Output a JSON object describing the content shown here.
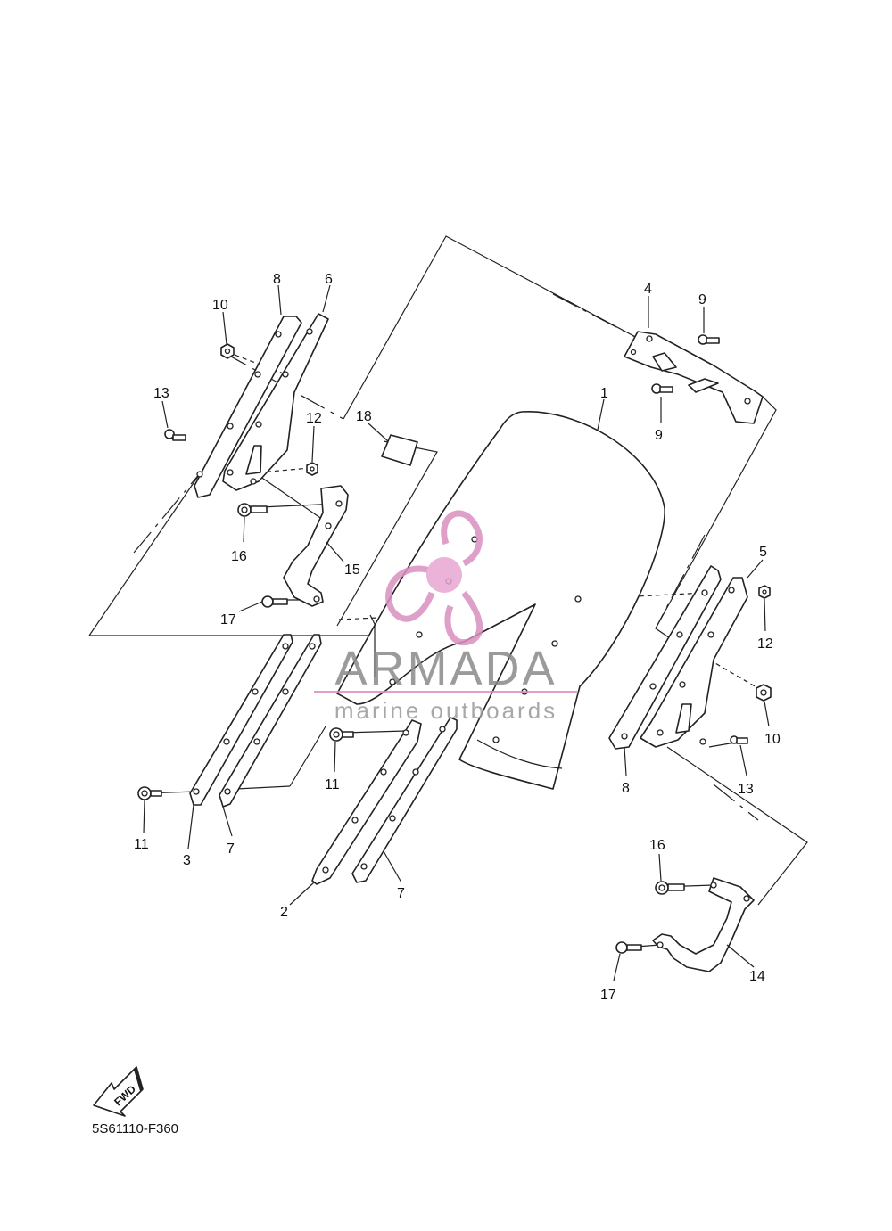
{
  "diagram": {
    "drawing_code": "5S61110-F360",
    "fwd_label": "FWD",
    "watermark": {
      "title": "ARMADA",
      "subtitle": "marine outboards",
      "accent": "#d98fc0"
    },
    "callouts": {
      "c1": "1",
      "c2": "2",
      "c3": "3",
      "c4": "4",
      "c5": "5",
      "c6": "6",
      "c7a": "7",
      "c7b": "7",
      "c8a": "8",
      "c8b": "8",
      "c9a": "9",
      "c9b": "9",
      "c10a": "10",
      "c10b": "10",
      "c11a": "11",
      "c11b": "11",
      "c12a": "12",
      "c12b": "12",
      "c13a": "13",
      "c13b": "13",
      "c14": "14",
      "c15": "15",
      "c16a": "16",
      "c16b": "16",
      "c17a": "17",
      "c17b": "17",
      "c18": "18"
    }
  }
}
